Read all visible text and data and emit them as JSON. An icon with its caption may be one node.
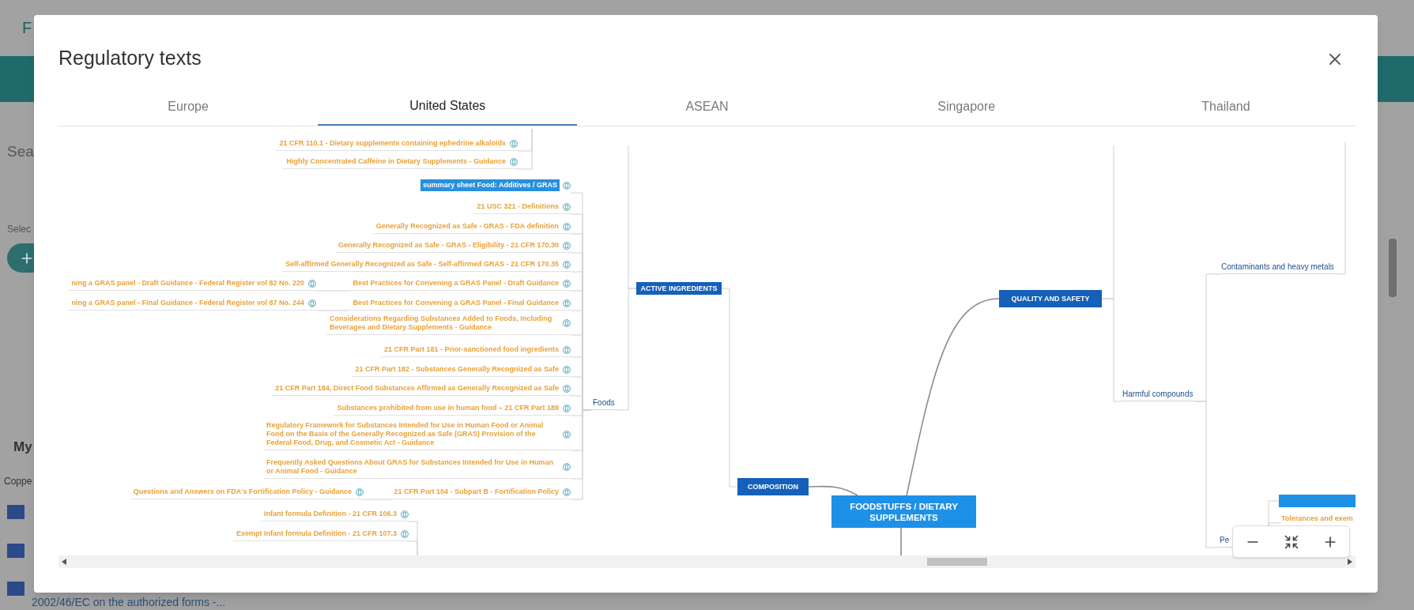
{
  "diagram": {
    "title": "Regulatory texts",
    "nodes": [
      {
        "text": [
          "21 CFR 110.1 - Dietary supplements containing ephedrine alkaloids"
        ]
      },
      {
        "text": [
          "Highly Concentrated Caffeine in Dietary Supplements - Guidance"
        ]
      },
      {
        "text": [
          "summary sheet Food: Additives / GRAS"
        ]
      },
      {
        "text": [
          "21 USC 321 - Definitions"
        ]
      },
      {
        "text": [
          "Generally Recognized as Safe - GRAS - FDA definition"
        ]
      },
      {
        "text": [
          "Generally Recognized as Safe - GRAS - Eligibility - 21 CFR 170.30"
        ]
      },
      {
        "text": [
          "Self-affirmed Generally Recognized as Safe - Self-affirmed GRAS - 21 CFR 170.35"
        ]
      },
      {
        "text": [
          "ning a GRAS panel - Draft Guidance - Federal Register vol 82 No. 220"
        ]
      },
      {
        "text": [
          "Best Practices for Convening a GRAS Panel - Draft Guidance"
        ]
      },
      {
        "text": [
          "ning a GRAS panel - Final Guidance - Federal Register vol 87 No. 244"
        ]
      },
      {
        "text": [
          "Best Practices for Convening a GRAS Panel - Final Guidance"
        ]
      },
      {
        "text": [
          "Considerations Regarding Substances Added to Foods, Including Beverages and Dietary Supplements - Guidance"
        ]
      },
      {
        "text": [
          "21 CFR Part 181 - Prior-sanctioned food ingredients"
        ]
      },
      {
        "text": [
          "21 CFR Part 182 - Substances Generally Recognized as Safe"
        ]
      },
      {
        "text": [
          "21 CFR Part 184, Direct Food Substances Affirmed as Generally Recognized as Safe"
        ]
      },
      {
        "text": [
          "Substances prohibited from use in human food – 21 CFR Part 189"
        ]
      },
      {
        "text": [
          "Regulatory Framework for Substances Intended for Use in Human Food or Animal Food on the Basis of the Generally Recognized as Safe (GRAS) Provision of the Federal Food, Drug, and Cosmetic Act - Guidance"
        ]
      },
      {
        "text": [
          "Frequently Asked Questions About GRAS for Substances Intended for Use in Human or Animal Food - Guidance"
        ]
      },
      {
        "text": [
          "Questions and Answers on FDA's Fortification Policy - Guidance"
        ]
      },
      {
        "text": [
          "21 CFR Part 104 - Subpart B - Fortification Policy"
        ]
      },
      {
        "text": [
          "Infant formula Definition - 21 CFR 106.3"
        ]
      },
      {
        "text": [
          "Exempt Infant formula Definition - 21 CFR 107.3"
        ]
      },
      {
        "text": [
          "Foods"
        ]
      },
      {
        "text": [
          "ACTIVE INGREDIENTS"
        ]
      },
      {
        "text": [
          "COMPOSITION"
        ]
      },
      {
        "text": [
          "FOODSTUFFS / DIETARY SUPPLEMENTS"
        ]
      },
      {
        "text": [
          "QUALITY AND SAFETY"
        ]
      },
      {
        "text": [
          "Contaminants and heavy metals"
        ]
      },
      {
        "text": [
          "Harmful compounds"
        ]
      },
      {
        "text": [],
        "shape": "bar"
      },
      {
        "text": [
          "Tolerances and exem"
        ]
      },
      {
        "text": [
          "Pe"
        ]
      }
    ],
    "edges": [
      {
        "from": 22,
        "to": 2,
        "arrow": "none"
      },
      {
        "from": 22,
        "to": 3,
        "arrow": "none"
      },
      {
        "from": 22,
        "to": 4,
        "arrow": "none"
      },
      {
        "from": 22,
        "to": 5,
        "arrow": "none"
      },
      {
        "from": 22,
        "to": 6,
        "arrow": "none"
      },
      {
        "from": 22,
        "to": 8,
        "arrow": "none"
      },
      {
        "from": 22,
        "to": 10,
        "arrow": "none"
      },
      {
        "from": 22,
        "to": 11,
        "arrow": "none"
      },
      {
        "from": 22,
        "to": 12,
        "arrow": "none"
      },
      {
        "from": 22,
        "to": 13,
        "arrow": "none"
      },
      {
        "from": 22,
        "to": 14,
        "arrow": "none"
      },
      {
        "from": 22,
        "to": 15,
        "arrow": "none"
      },
      {
        "from": 22,
        "to": 16,
        "arrow": "none"
      },
      {
        "from": 22,
        "to": 17,
        "arrow": "none"
      },
      {
        "from": 22,
        "to": 19,
        "arrow": "none"
      },
      {
        "from": 8,
        "to": 7,
        "arrow": "none"
      },
      {
        "from": 10,
        "to": 9,
        "arrow": "none"
      },
      {
        "from": 19,
        "to": 18,
        "arrow": "none"
      },
      {
        "from": null,
        "to": 0,
        "arrow": "none"
      },
      {
        "from": null,
        "to": 1,
        "arrow": "none"
      },
      {
        "from": null,
        "to": 20,
        "arrow": "none"
      },
      {
        "from": null,
        "to": 21,
        "arrow": "none"
      },
      {
        "from": 23,
        "to": 22,
        "arrow": "none"
      },
      {
        "from": 23,
        "to": null,
        "arrow": "none"
      },
      {
        "from": 24,
        "to": 23,
        "arrow": "none"
      },
      {
        "from": 25,
        "to": 24,
        "arrow": "none",
        "color": "#8c8c8c"
      },
      {
        "from": 25,
        "to": 26,
        "arrow": "none",
        "color": "#8c8c8c"
      },
      {
        "from": 25,
        "to": null,
        "arrow": "none",
        "color": "#8c8c8c"
      },
      {
        "from": 26,
        "to": 28,
        "arrow": "none"
      },
      {
        "from": 26,
        "to": null,
        "arrow": "none"
      },
      {
        "from": 28,
        "to": 27,
        "arrow": "none"
      },
      {
        "from": 28,
        "to": 31,
        "arrow": "none"
      },
      {
        "from": 27,
        "to": null,
        "arrow": "none"
      },
      {
        "from": 31,
        "to": 29,
        "arrow": "none"
      },
      {
        "from": 31,
        "to": 30,
        "arrow": "none"
      }
    ],
    "labels": [
      "F",
      "Sea",
      "Selec",
      "My",
      "Coppe",
      "2002/46/EC on the authorized forms -...",
      "Europe",
      "United States",
      "ASEAN",
      "Singapore",
      "Thailand"
    ]
  }
}
